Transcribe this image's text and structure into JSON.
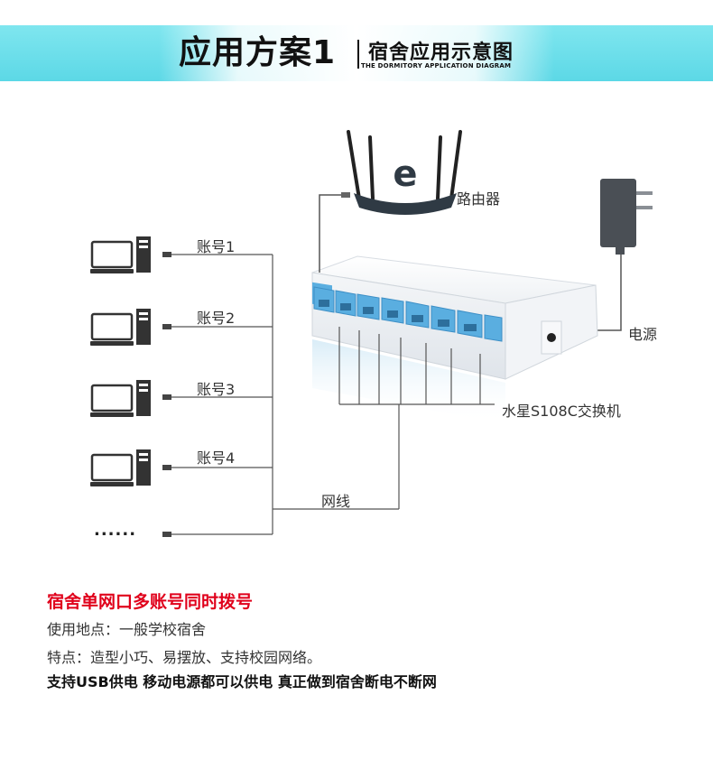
{
  "header": {
    "main_title": "应用方案1",
    "subtitle_cn": "宿舍应用示意图",
    "subtitle_en": "THE DORMITORY APPLICATION DIAGRAM"
  },
  "diagram": {
    "router_label": "路由器",
    "power_label": "电源",
    "switch_label": "水星S108C交换机",
    "network_line_label": "网线",
    "accounts": [
      "账号1",
      "账号2",
      "账号3",
      "账号4"
    ],
    "ellipsis": "......"
  },
  "footer": {
    "headline": "宿舍单网口多账号同时拨号",
    "location": "使用地点：一般学校宿舍",
    "features": "特点：造型小巧、易摆放、支持校园网络。",
    "usb_note": "支持USB供电 移动电源都可以供电 真正做到宿舍断电不断网"
  },
  "colors": {
    "banner": "#5cd8e6",
    "headline_red": "#e0001b",
    "port_blue": "#5aaee0"
  }
}
